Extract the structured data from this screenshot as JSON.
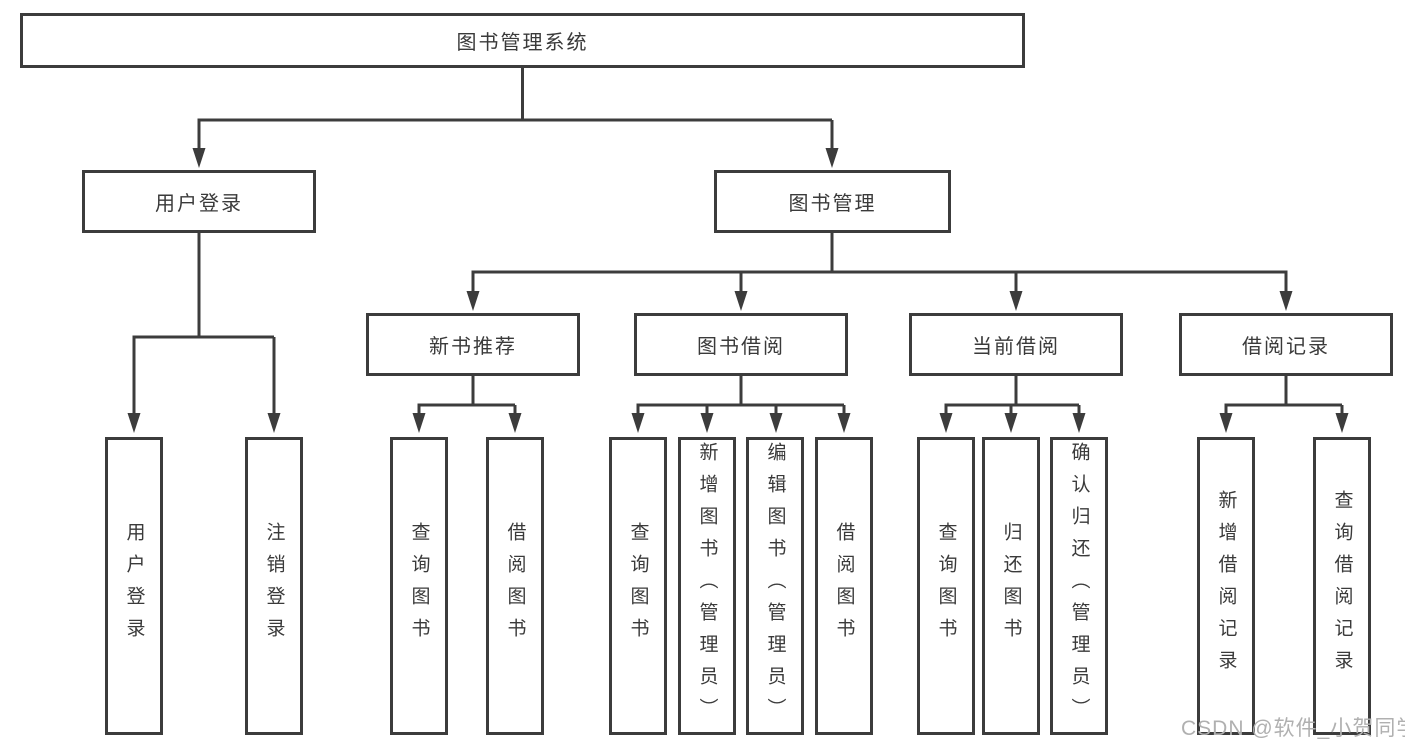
{
  "page": {
    "background_color": "#ffffff",
    "line_color": "#3c3c3c",
    "text_color": "#3a3a3a",
    "watermark_color": "#b0b0b0"
  },
  "tree": {
    "root": "图书管理系统",
    "branches": [
      {
        "label": "用户登录",
        "children": [
          "用户登录",
          "注销登录"
        ]
      },
      {
        "label": "图书管理",
        "groups": [
          {
            "label": "新书推荐",
            "children": [
              "查询图书",
              "借阅图书"
            ]
          },
          {
            "label": "图书借阅",
            "children": [
              "查询图书",
              "新增图书（管理员）",
              "编辑图书（管理员）",
              "借阅图书"
            ]
          },
          {
            "label": "当前借阅",
            "children": [
              "查询图书",
              "归还图书",
              "确认归还（管理员）"
            ]
          },
          {
            "label": "借阅记录",
            "children": [
              "新增借阅记录",
              "查询借阅记录"
            ]
          }
        ]
      }
    ]
  },
  "watermark": "CSDN @软件_小贺同学"
}
